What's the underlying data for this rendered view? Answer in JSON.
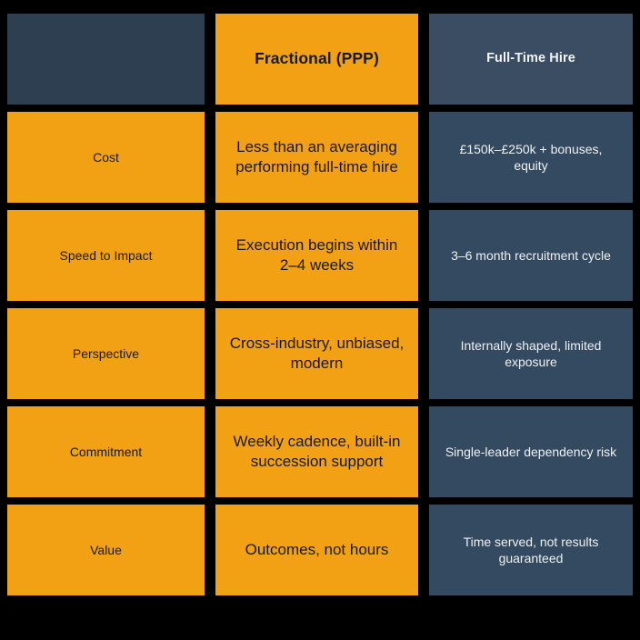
{
  "table": {
    "header": {
      "blank_label": "",
      "col2_label": "Fractional (PPP)",
      "col3_label": "Full-Time Hire"
    },
    "rows": [
      {
        "label": "Cost",
        "fractional": "Less than an averaging performing full-time hire",
        "fulltime": "£150k–£250k + bonuses, equity"
      },
      {
        "label": "Speed to Impact",
        "fractional": "Execution begins within 2–4 weeks",
        "fulltime": "3–6 month recruitment cycle"
      },
      {
        "label": "Perspective",
        "fractional": "Cross-industry, unbiased, modern",
        "fulltime": "Internally shaped, limited exposure"
      },
      {
        "label": "Commitment",
        "fractional": "Weekly cadence, built-in succession support",
        "fulltime": "Single-leader dependency risk"
      },
      {
        "label": "Value",
        "fractional": "Outcomes, not hours",
        "fulltime": "Time served, not results guaranteed"
      }
    ]
  },
  "colors": {
    "background": "#000000",
    "accent_orange": "#F2A114",
    "header_navy": "#2F3F52",
    "body_navy": "#344A60",
    "dark_text": "#16181C",
    "light_text": "#EEF1F4"
  }
}
